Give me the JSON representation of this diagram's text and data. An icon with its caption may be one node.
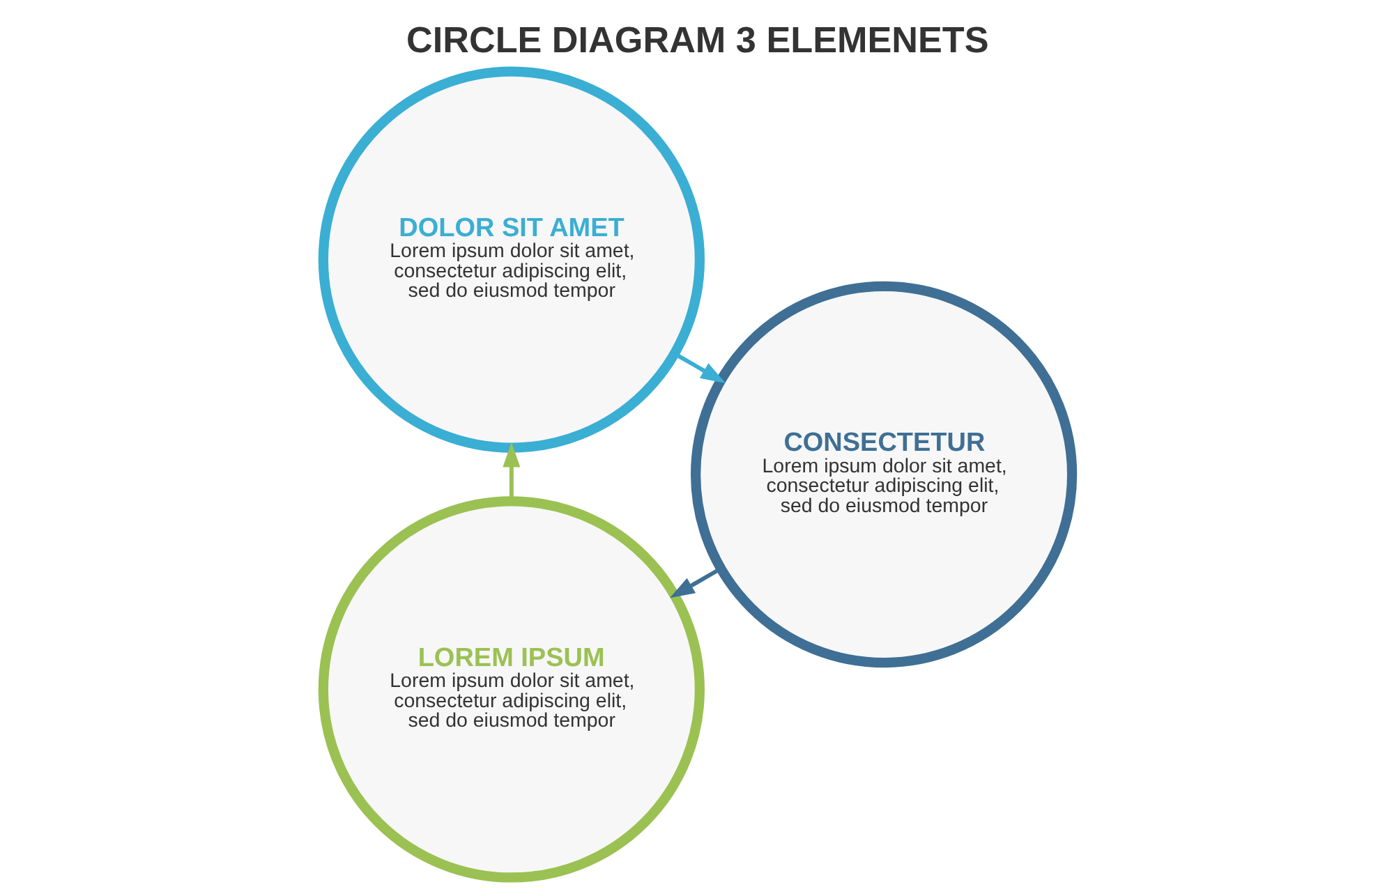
{
  "diagram": {
    "title": "CIRCLE DIAGRAM 3 ELEMENETS",
    "nodes": [
      {
        "text": [
          "LOREM IPSUM",
          "Lorem ipsum dolor sit amet, consectetur adipiscing elit, sed do eiusmod tempor"
        ]
      },
      {
        "text": [
          "DOLOR SIT AMET",
          "Lorem ipsum dolor sit amet, consectetur adipiscing elit, sed do eiusmod tempor"
        ]
      },
      {
        "text": [
          "CONSECTETUR",
          "Lorem ipsum dolor sit amet, consectetur adipiscing elit, sed do eiusmod tempor"
        ]
      }
    ],
    "edges": [
      {
        "from": 0,
        "to": 1,
        "arrow": "to",
        "color": "#9bc153"
      },
      {
        "from": 1,
        "to": 2,
        "arrow": "to",
        "color": "#3baed3"
      },
      {
        "from": 2,
        "to": 0,
        "arrow": "to",
        "color": "#3f6f94"
      }
    ]
  }
}
